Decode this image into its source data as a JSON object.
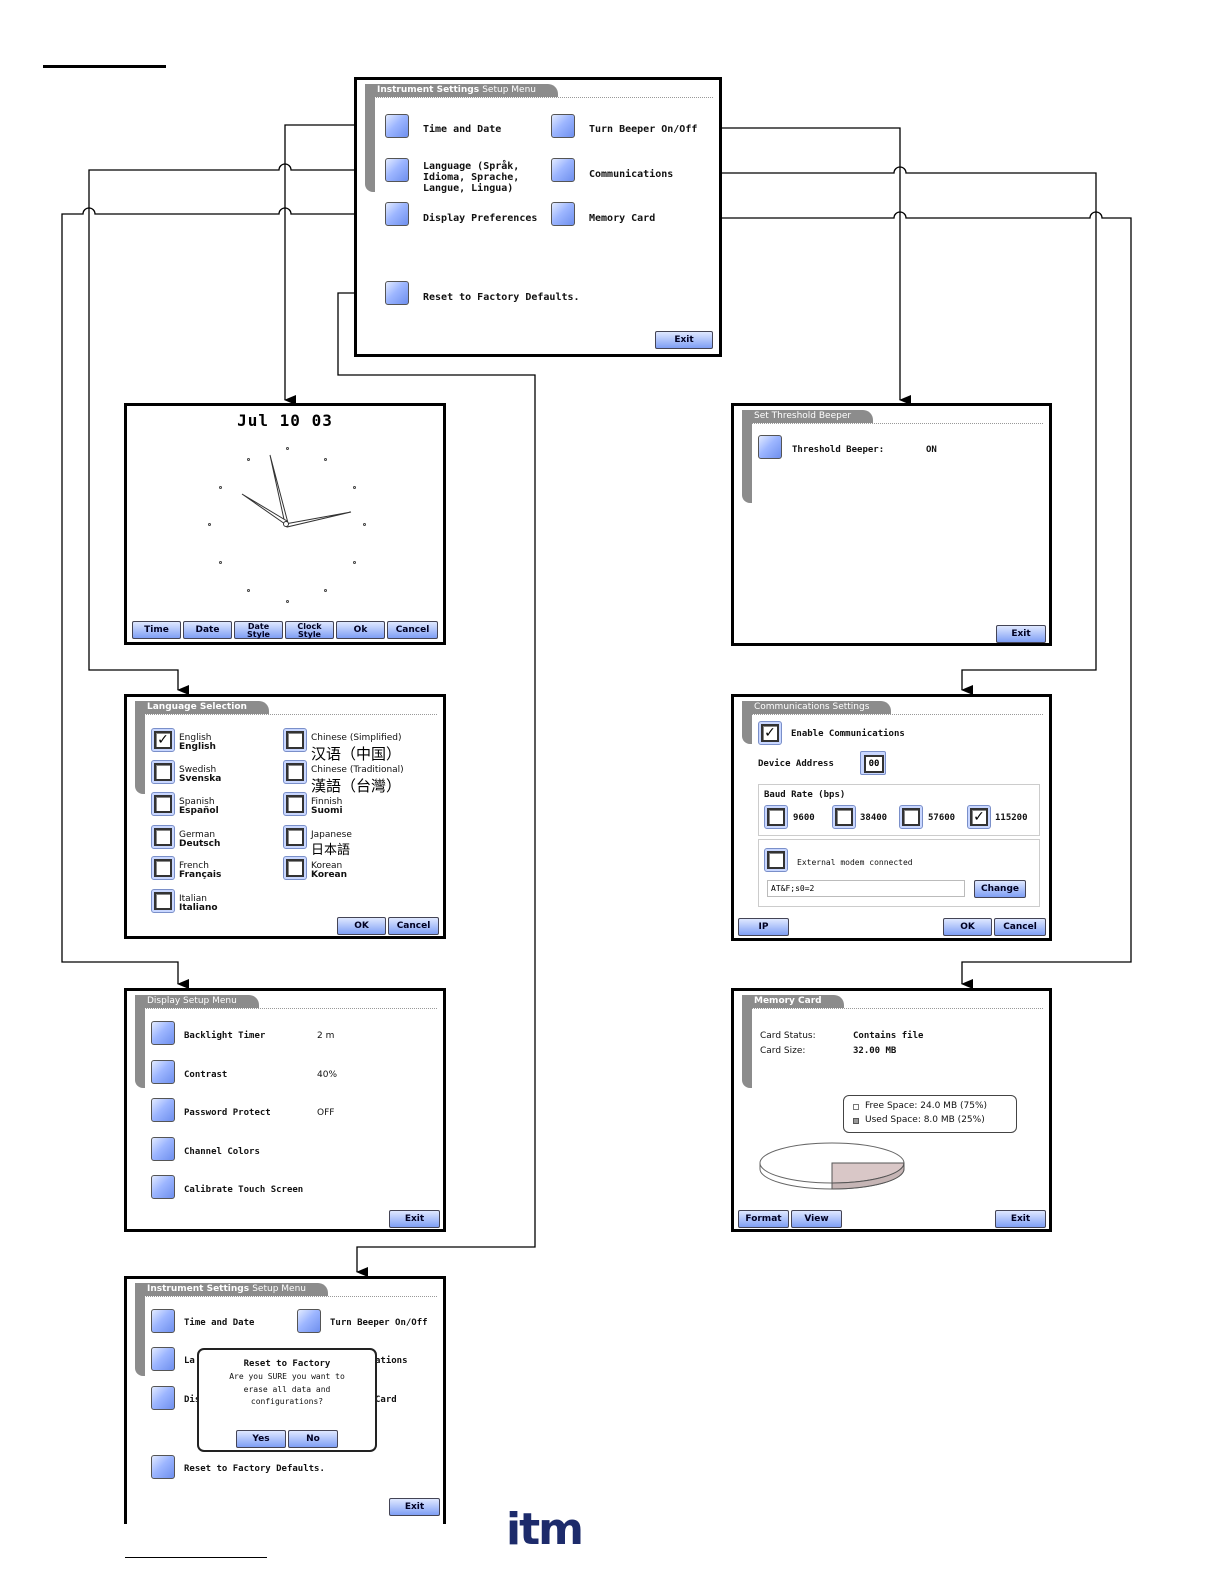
{
  "main_menu": {
    "tab": "Instrument Settings",
    "tab_sub": "Setup Menu",
    "time_date": "Time and Date",
    "beeper": "Turn Beeper On/Off",
    "language_1": "Language (Språk,",
    "language_2": "Idioma, Sprache,",
    "language_3": "Langue, Lingua)",
    "communications": "Communications",
    "display": "Display Preferences",
    "memory": "Memory Card",
    "reset": "Reset to Factory Defaults.",
    "exit": "Exit"
  },
  "clock": {
    "date": "Jul 10 03",
    "buttons": [
      "Time",
      "Date",
      "Date Style",
      "Clock Style",
      "Ok",
      "Cancel"
    ]
  },
  "beeper": {
    "tab": "Set Threshold Beeper",
    "label": "Threshold Beeper:",
    "value": "ON",
    "exit": "Exit"
  },
  "language": {
    "tab": "Language Selection",
    "left": [
      {
        "en": "English",
        "native": "English",
        "checked": true
      },
      {
        "en": "Swedish",
        "native": "Svenska",
        "checked": false
      },
      {
        "en": "Spanish",
        "native": "Español",
        "checked": false
      },
      {
        "en": "German",
        "native": "Deutsch",
        "checked": false
      },
      {
        "en": "French",
        "native": "Français",
        "checked": false
      },
      {
        "en": "Italian",
        "native": "Italiano",
        "checked": false
      }
    ],
    "right": [
      {
        "en": "Chinese (Simplified)",
        "native": "汉语（中国）"
      },
      {
        "en": "Chinese (Traditional)",
        "native": "漢語（台灣）"
      },
      {
        "en": "Finnish",
        "native": "Suomi"
      },
      {
        "en": "Japanese",
        "native": "日本語"
      },
      {
        "en": "Korean",
        "native": "Korean"
      }
    ],
    "ok": "OK",
    "cancel": "Cancel"
  },
  "comms": {
    "tab": "Communications Settings",
    "enable": "Enable Communications",
    "device_address": "Device Address",
    "address_value": "00",
    "baud_title": "Baud Rate (bps)",
    "bauds": [
      {
        "value": "9600",
        "checked": false
      },
      {
        "value": "38400",
        "checked": false
      },
      {
        "value": "57600",
        "checked": false
      },
      {
        "value": "115200",
        "checked": true
      }
    ],
    "modem": "External modem connected",
    "init_string": "AT&F;s0=2",
    "change": "Change",
    "ip": "IP",
    "ok": "OK",
    "cancel": "Cancel"
  },
  "display_menu": {
    "tab": "Display Setup Menu",
    "items": [
      {
        "label": "Backlight Timer",
        "value": "2 m"
      },
      {
        "label": "Contrast",
        "value": "40%"
      },
      {
        "label": "Password Protect",
        "value": "OFF"
      },
      {
        "label": "Channel Colors",
        "value": ""
      },
      {
        "label": "Calibrate Touch Screen",
        "value": ""
      }
    ],
    "exit": "Exit"
  },
  "memory": {
    "tab": "Memory Card",
    "status_label": "Card Status:",
    "status_value": "Contains file",
    "size_label": "Card Size:",
    "size_value": "32.00 MB",
    "free": "Free Space: 24.0 MB (75%)",
    "used": "Used Space: 8.0 MB (25%)",
    "free_fraction": 0.75,
    "used_fraction": 0.25,
    "format": "Format",
    "view": "View",
    "exit": "Exit"
  },
  "reset_menu": {
    "tab": "Instrument Settings",
    "tab_sub": "Setup Menu",
    "time_date": "Time and Date",
    "beeper": "Turn Beeper On/Off",
    "lang_partial": "La",
    "comm_partial": "ations",
    "disp_partial": "Dis",
    "mem_partial": "Card",
    "reset": "Reset to Factory Defaults.",
    "exit": "Exit",
    "dialog_title": "Reset to Factory",
    "dialog_line1": "Are you SURE you want to",
    "dialog_line2": "erase all data and",
    "dialog_line3": "configurations?",
    "yes": "Yes",
    "no": "No"
  },
  "footer": {
    "logo": "itm"
  }
}
